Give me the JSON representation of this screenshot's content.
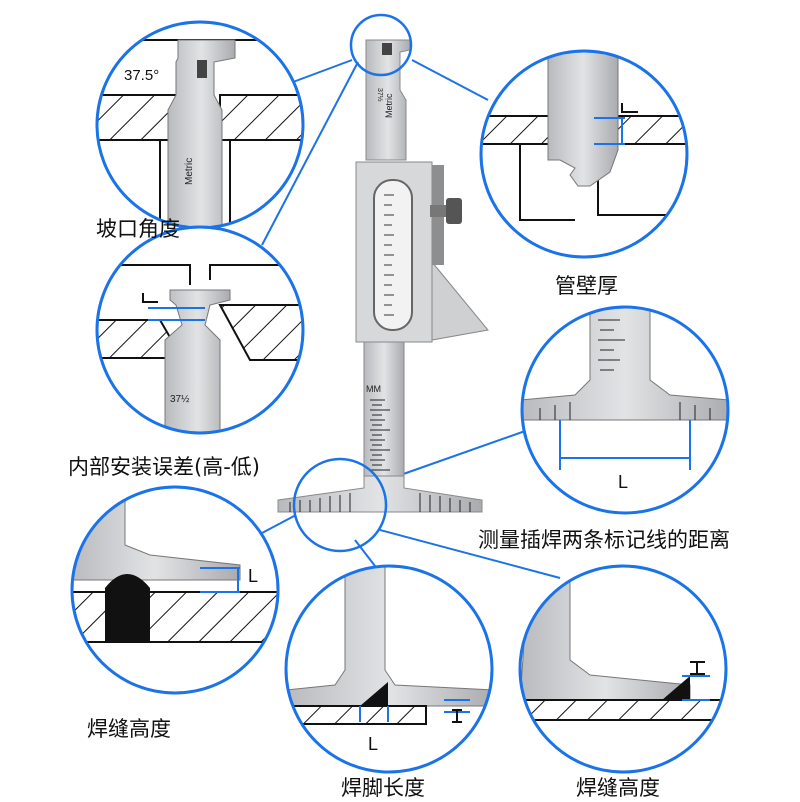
{
  "labels": {
    "bevel_angle": "坡口角度",
    "wall_thickness": "管壁厚",
    "internal_misalignment": "内部安装误差(高-低)",
    "insert_mark_distance": "测量插焊两条标记线的距离",
    "weld_height_left": "焊缝高度",
    "weld_leg_length": "焊脚长度",
    "weld_height_right": "焊缝高度"
  },
  "gauge": {
    "angle_callout": "37.5°",
    "metric_text": "Metric",
    "mm_text": "MM",
    "angle_fraction_text": "37½"
  },
  "symbols": {
    "L": "L"
  },
  "colors": {
    "callout_blue": "#1a73e8",
    "steel": "#c9cbce",
    "line": "#111111"
  }
}
